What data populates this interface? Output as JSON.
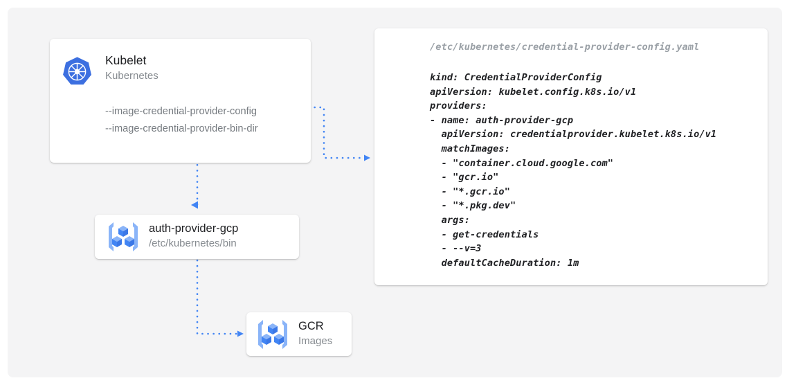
{
  "canvas": {
    "background_color": "#f4f4f5",
    "page_background": "#ffffff"
  },
  "colors": {
    "accent_blue": "#4285f4",
    "icon_blue_light": "#8ab4f8",
    "title_text": "#202124",
    "subtitle_text": "#868b90",
    "code_text": "#202124",
    "path_text": "#9aa0a6"
  },
  "nodes": {
    "kubelet": {
      "title": "Kubelet",
      "subtitle": "Kubernetes",
      "icon": "kubernetes-logo-icon",
      "flags": [
        "--image-credential-provider-config",
        "--image-credential-provider-bin-dir"
      ]
    },
    "auth_provider": {
      "title": "auth-provider-gcp",
      "subtitle": "/etc/kubernetes/bin",
      "icon": "container-registry-icon"
    },
    "gcr": {
      "title": "GCR",
      "subtitle": "Images",
      "icon": "container-registry-icon"
    }
  },
  "config_file": {
    "path": "/etc/kubernetes/credential-provider-config.yaml",
    "lines": [
      "kind: CredentialProviderConfig",
      "apiVersion: kubelet.config.k8s.io/v1",
      "providers:",
      "- name: auth-provider-gcp",
      "  apiVersion: credentialprovider.kubelet.k8s.io/v1",
      "  matchImages:",
      "  - \"container.cloud.google.com\"",
      "  - \"gcr.io\"",
      "  - \"*.gcr.io\"",
      "  - \"*.pkg.dev\"",
      "  args:",
      "  - get-credentials",
      "  - --v=3",
      "  defaultCacheDuration: 1m"
    ]
  },
  "connectors": [
    {
      "name": "kubelet-config-to-yaml",
      "from": "kubelet --image-credential-provider-config",
      "to": "credential-provider-config.yaml",
      "style": "dotted",
      "arrow": "end"
    },
    {
      "name": "kubelet-to-auth-provider",
      "from": "kubelet",
      "to": "auth-provider-gcp",
      "style": "dotted",
      "arrow": "end"
    },
    {
      "name": "auth-provider-to-gcr",
      "from": "auth-provider-gcp",
      "to": "GCR",
      "style": "dotted",
      "arrow": "end"
    }
  ]
}
